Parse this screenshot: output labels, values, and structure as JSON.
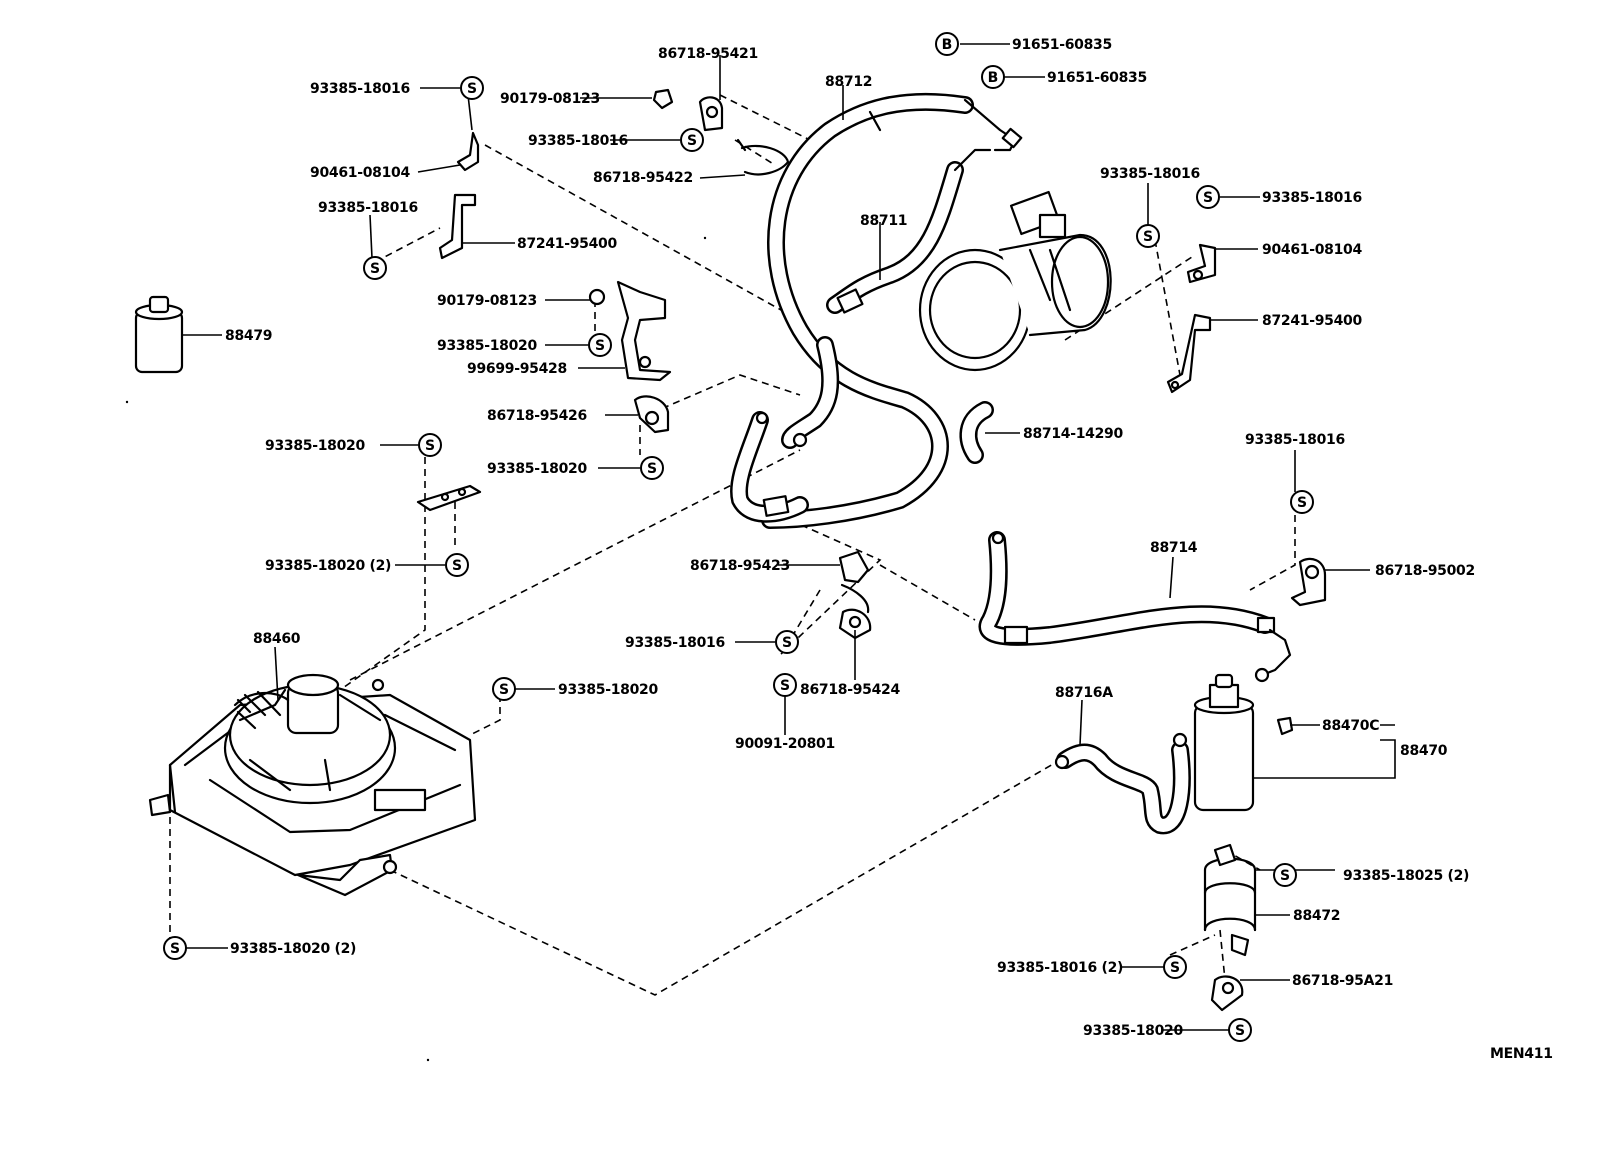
{
  "diagram_code": "MEN411",
  "symbols": {
    "s": "S",
    "b": "B"
  },
  "labels": {
    "l1": "86718-95421",
    "l2": "91651-60835",
    "l3": "91651-60835",
    "l4": "93385-18016",
    "l5": "90179-08123",
    "l6": "88712",
    "l7": "93385-18016",
    "l8": "90461-08104",
    "l9": "86718-95422",
    "l10": "93385-18016",
    "l11": "93385-18016",
    "l12": "93385-18016",
    "l13": "87241-95400",
    "l14": "88711",
    "l15": "90461-08104",
    "l16": "90179-08123",
    "l17": "88479",
    "l18": "87241-95400",
    "l19": "93385-18020",
    "l20": "99699-95428",
    "l21": "86718-95426",
    "l22": "88714-14290",
    "l23": "93385-18020",
    "l24": "93385-18020",
    "l25": "93385-18016",
    "l26": "93385-18020 (2)",
    "l27": "88714",
    "l28": "86718-95423",
    "l29": "86718-95002",
    "l30": "88460",
    "l31": "93385-18016",
    "l32": "93385-18020",
    "l33": "86718-95424",
    "l34": "88716A",
    "l35": "90091-20801",
    "l36": "88470C",
    "l37": "88470",
    "l38": "93385-18025 (2)",
    "l39": "88472",
    "l40": "93385-18020 (2)",
    "l41": "93385-18016 (2)",
    "l42": "86718-95A21",
    "l43": "93385-18020"
  }
}
